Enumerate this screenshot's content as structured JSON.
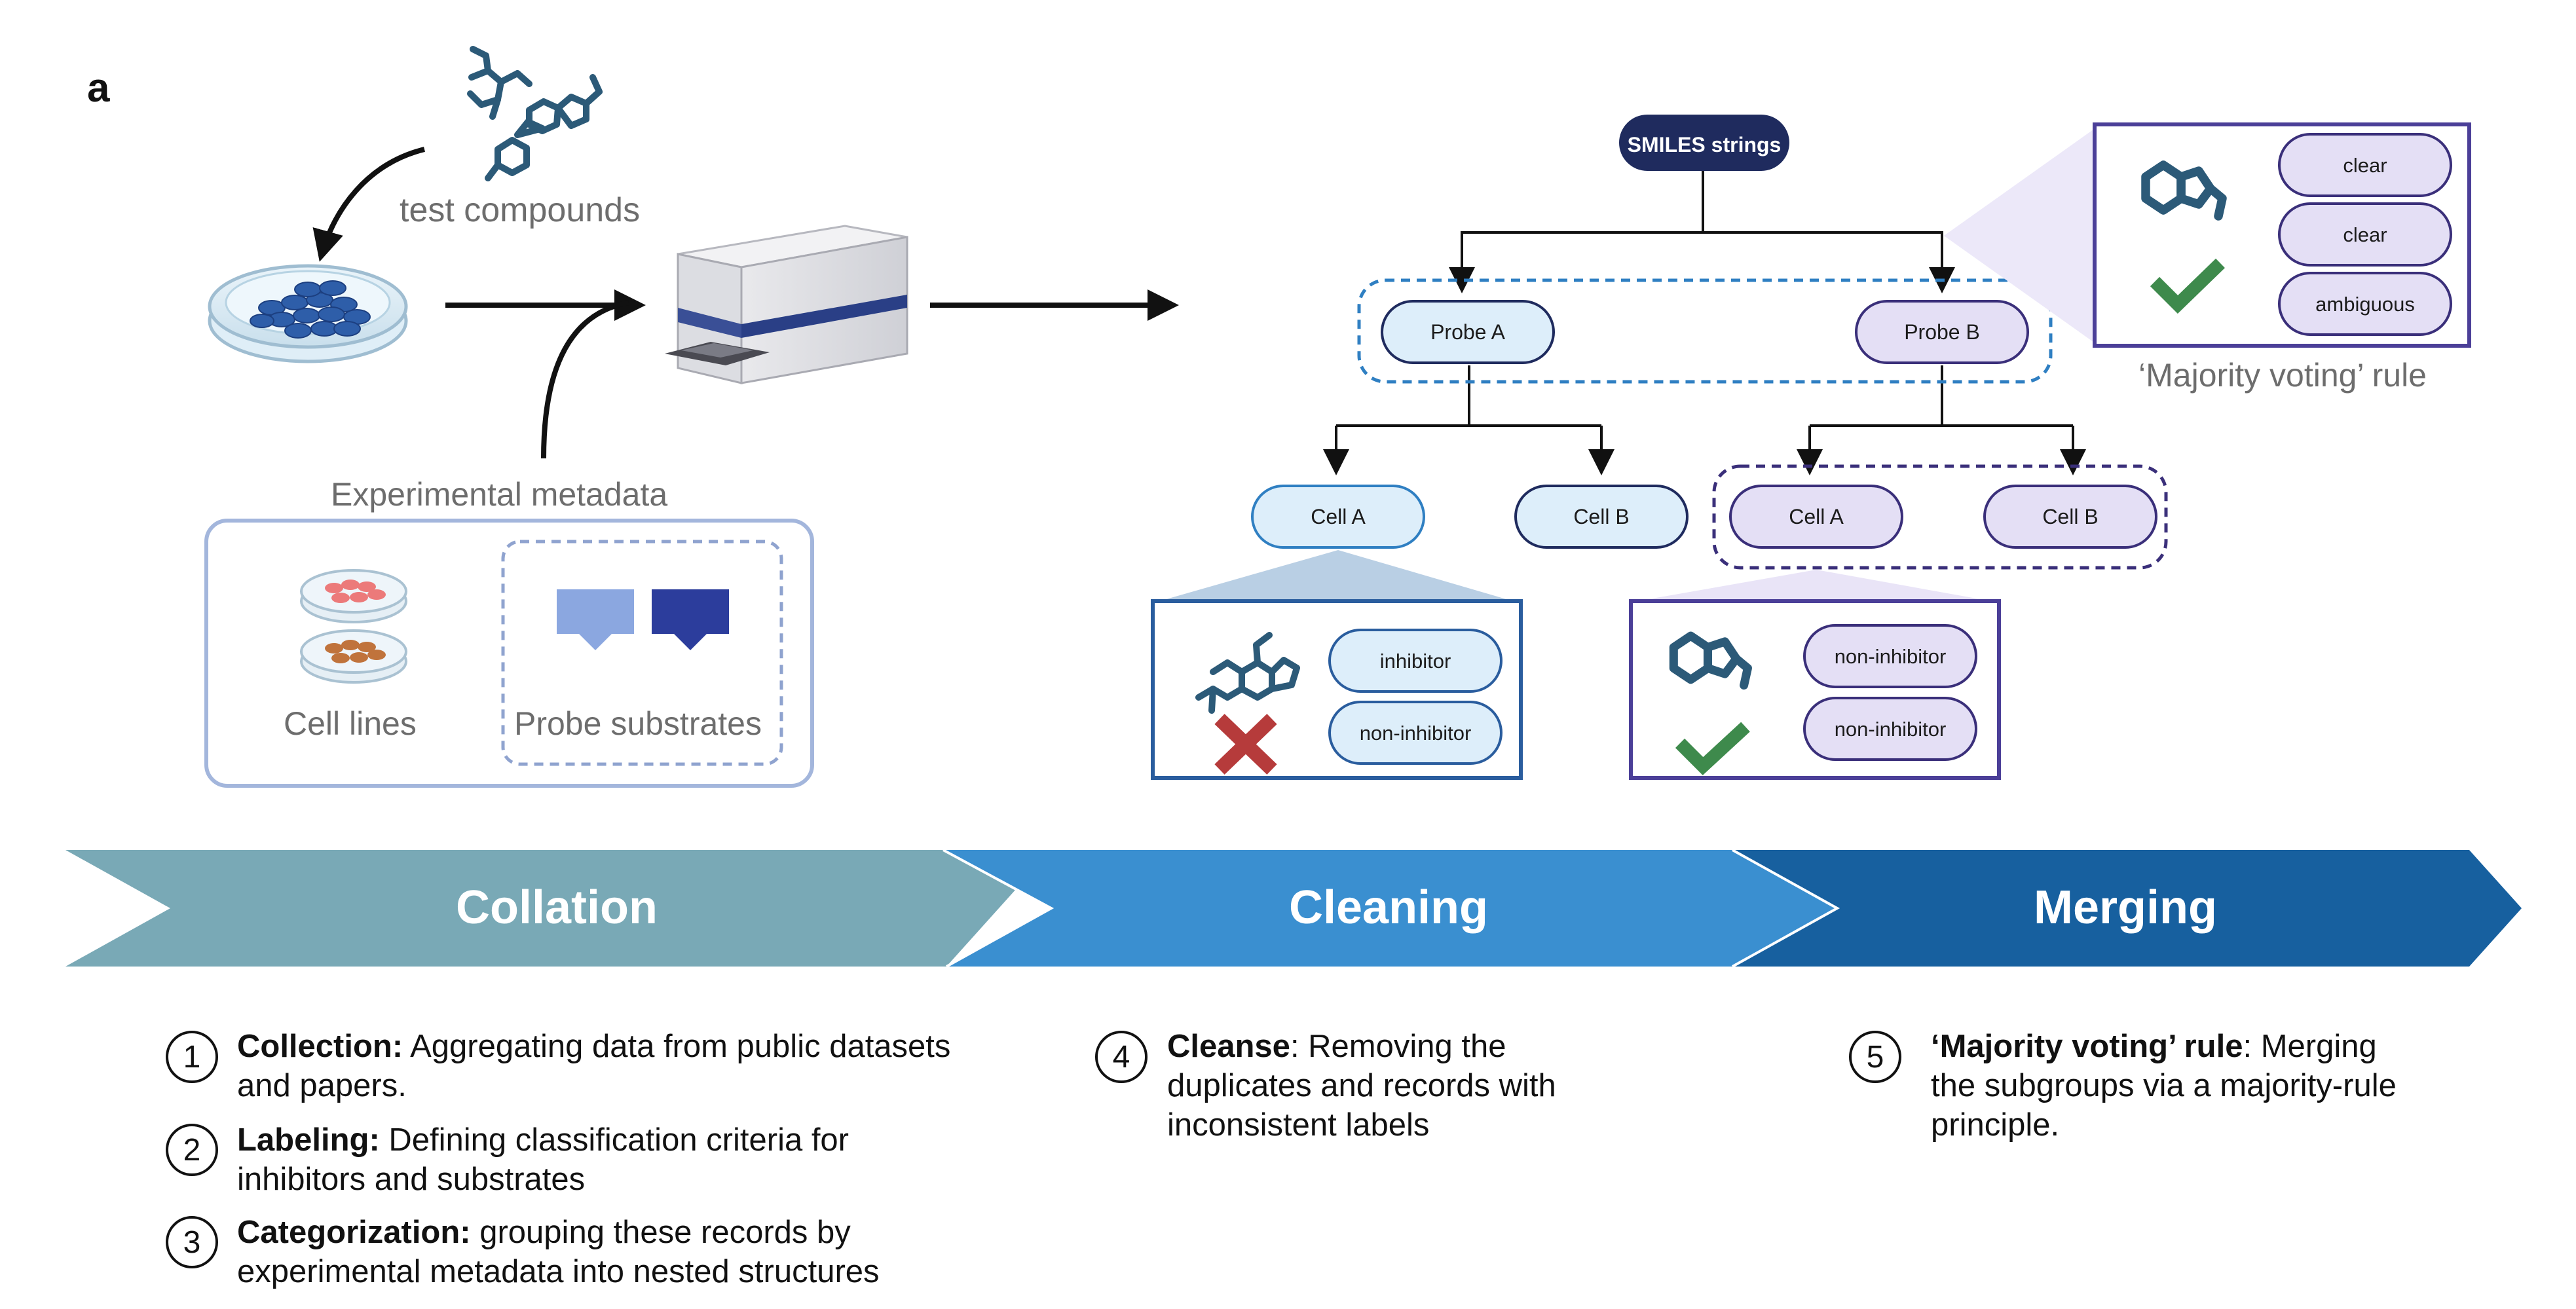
{
  "panel_label": "a",
  "collation": {
    "test_compounds": "test compounds",
    "experimental_metadata": "Experimental metadata",
    "cell_lines": "Cell lines",
    "probe_substrates": "Probe substrates"
  },
  "tree": {
    "root": "SMILES strings",
    "probe_a": "Probe A",
    "probe_b": "Probe B",
    "cell_a_left": "Cell A",
    "cell_b_left": "Cell B",
    "cell_a_right": "Cell A",
    "cell_b_right": "Cell B"
  },
  "cleaning_inset_bad": {
    "labels": [
      "inhibitor",
      "non-inhibitor"
    ],
    "result": "cross"
  },
  "cleaning_inset_good": {
    "labels": [
      "non-inhibitor",
      "non-inhibitor"
    ],
    "result": "check"
  },
  "merge_inset": {
    "labels": [
      "clear",
      "clear",
      "ambiguous"
    ],
    "result": "check",
    "caption": "‘Majority voting’ rule"
  },
  "stages": [
    "Collation",
    "Cleaning",
    "Merging"
  ],
  "steps": [
    {
      "num": "1",
      "bold": "Collection:",
      "text": " Aggregating data from public datasets and papers."
    },
    {
      "num": "2",
      "bold": "Labeling:",
      "text": " Defining classification criteria for inhibitors and substrates"
    },
    {
      "num": "3",
      "bold": "Categorization:",
      "text": " grouping these records by experimental metadata into nested structures"
    },
    {
      "num": "4",
      "bold": "Cleanse",
      "text": ": Removing the duplicates and records with inconsistent labels"
    },
    {
      "num": "5",
      "bold": "‘Majority voting’ rule",
      "text": ": Merging the subgroups via a majority-rule principle."
    }
  ],
  "colors": {
    "collation": "#79a9b6",
    "cleaning": "#3a8fd0",
    "merging": "#17609f",
    "navy": "#1f2b5e",
    "light_blue_pill": "#ddeefa",
    "lavender_pill": "#e4dff5",
    "molecule": "#2c5a78",
    "check": "#3e8a4c",
    "cross": "#b63b3b"
  }
}
